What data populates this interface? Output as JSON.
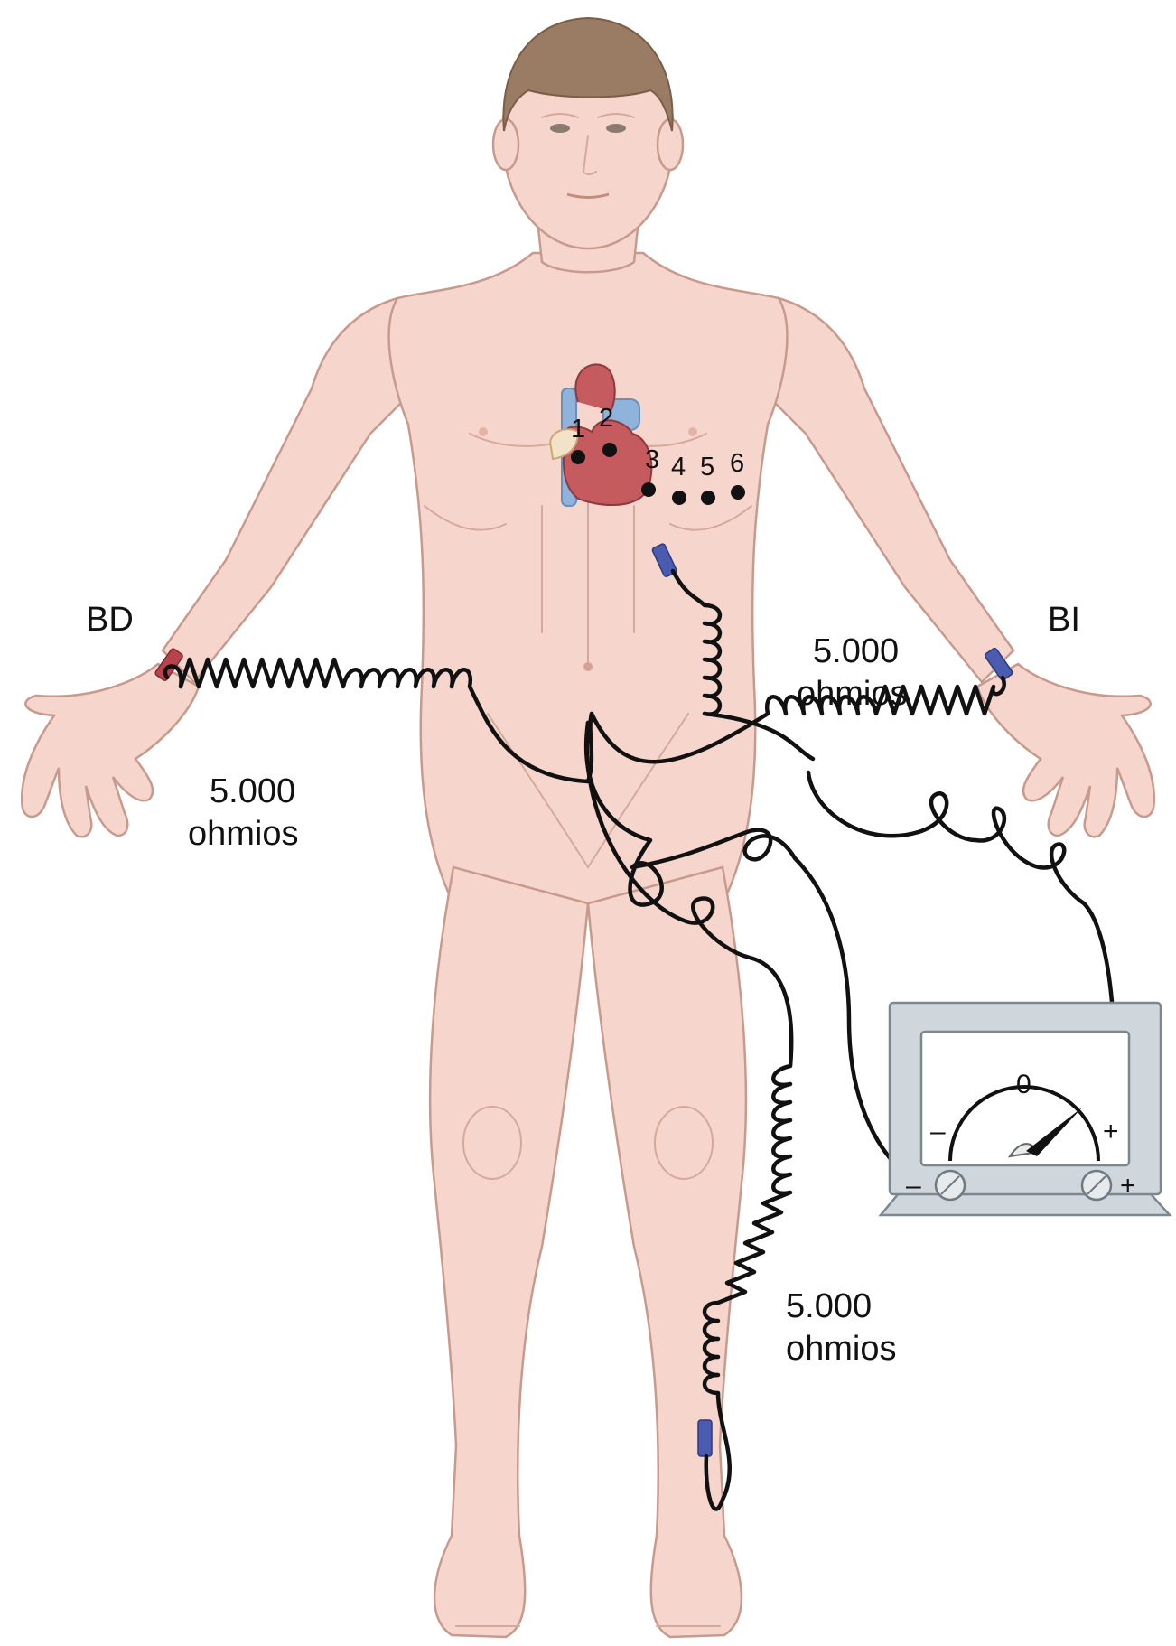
{
  "labels": {
    "right_arm": "BD",
    "left_arm": "BI"
  },
  "resistors": [
    {
      "value": "5.000",
      "unit": "ohmios"
    },
    {
      "value": "5.000",
      "unit": "ohmios"
    },
    {
      "value": "5.000",
      "unit": "ohmios"
    }
  ],
  "chest_leads": [
    "1",
    "2",
    "3",
    "4",
    "5",
    "6"
  ],
  "meter": {
    "zero": "0",
    "minus": "–",
    "plus": "+",
    "terminal_minus": "–",
    "terminal_plus": "+"
  },
  "colors": {
    "skin": "#f6d6cc",
    "hair": "#9a7b63",
    "electrode_red": "#b8434d",
    "electrode_blue": "#4a5bb0",
    "wire": "#111111",
    "heart": "#c55a5f",
    "vessel_blue": "#8fb3da"
  }
}
